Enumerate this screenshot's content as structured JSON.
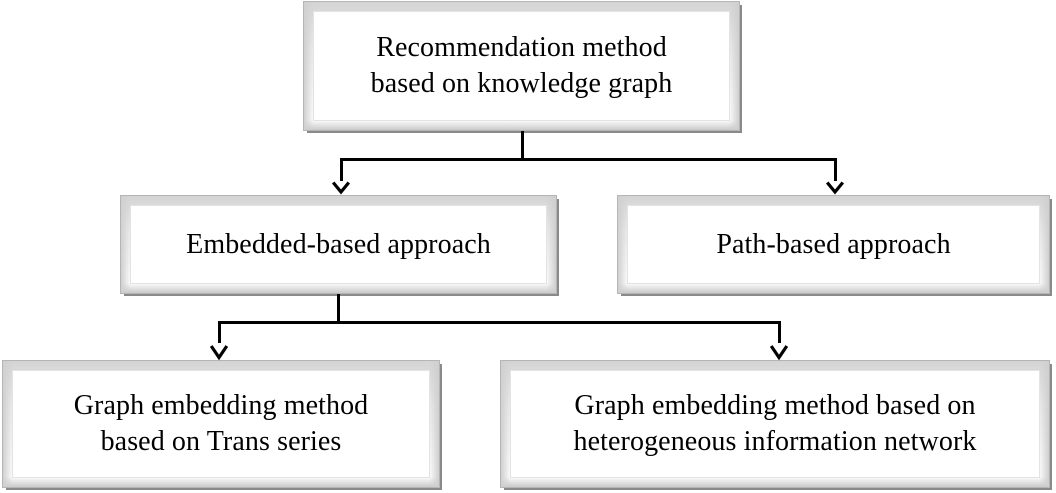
{
  "diagram": {
    "title": "Recommendation method based on knowledge graph taxonomy",
    "type": "hierarchy-tree",
    "orientation": "top-down",
    "levels": 3,
    "colors": {
      "background": "#ffffff",
      "box_fill": "#ffffff",
      "box_border": "#b5b5b5",
      "box_bevel": "#d4d4d4",
      "box_shadow": "#8a8a8a",
      "connector": "#000000",
      "text": "#000000"
    },
    "nodes": [
      {
        "id": "root",
        "level": 1,
        "label": "Recommendation method\nbased on knowledge graph",
        "line1": "Recommendation method",
        "line2": "based on knowledge graph"
      },
      {
        "id": "embedded",
        "level": 2,
        "label": "Embedded-based approach",
        "line1": "Embedded-based approach",
        "line2": ""
      },
      {
        "id": "path",
        "level": 2,
        "label": "Path-based approach",
        "line1": "Path-based approach",
        "line2": ""
      },
      {
        "id": "trans",
        "level": 3,
        "label": "Graph embedding method\nbased on Trans series",
        "line1": "Graph embedding method",
        "line2": "based on Trans series"
      },
      {
        "id": "hin",
        "level": 3,
        "label": "Graph embedding method based on\nheterogeneous information network",
        "line1": "Graph embedding method based on",
        "line2": "heterogeneous information network"
      }
    ],
    "edges": [
      {
        "id": "root-to-embedded",
        "from": "root",
        "to": "embedded",
        "arrow": "down-arrow-icon"
      },
      {
        "id": "root-to-path",
        "from": "root",
        "to": "path",
        "arrow": "down-arrow-icon"
      },
      {
        "id": "embedded-to-trans",
        "from": "embedded",
        "to": "trans",
        "arrow": "down-arrow-icon"
      },
      {
        "id": "embedded-to-hin",
        "from": "embedded",
        "to": "hin",
        "arrow": "down-arrow-icon"
      }
    ]
  }
}
